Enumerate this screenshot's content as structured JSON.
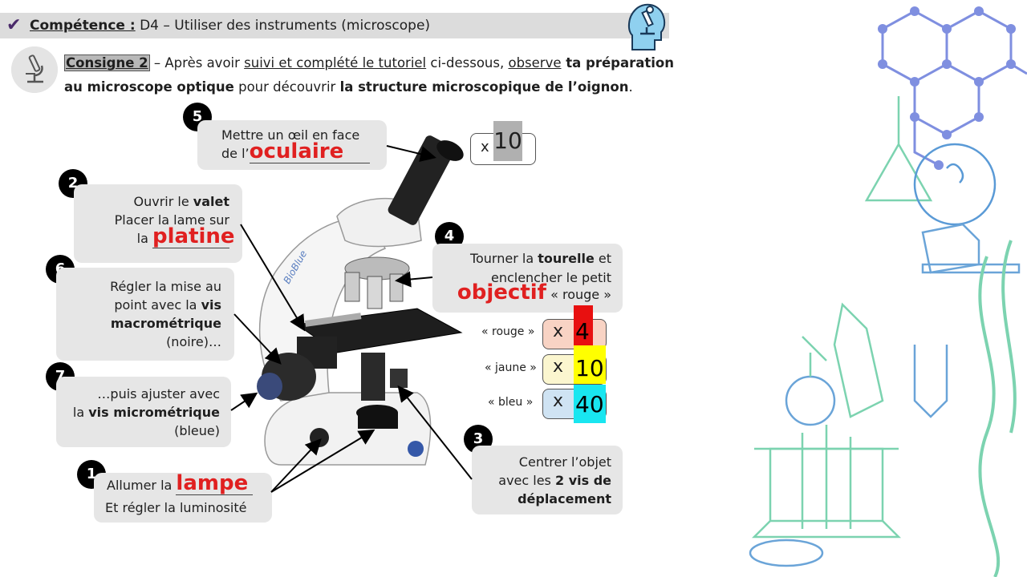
{
  "header": {
    "competence_label": "Compétence :",
    "competence_text": "D4 – Utiliser des instruments (microscope)"
  },
  "consigne": {
    "tag": "Consigne 2",
    "p1": " – Après avoir ",
    "p2": "suivi et complété le tutoriel",
    "p3": " ci-dessous, ",
    "p4": "observe",
    "p5": " ta préparation",
    "p6": "au microscope optique",
    "p7": " pour découvrir ",
    "p8": "la structure microscopique de l’oignon",
    "p9": "."
  },
  "steps": {
    "s5": {
      "num": "5",
      "l1": "Mettre un œil en face",
      "l2a": "de l’",
      "ans": "oculaire"
    },
    "s2": {
      "num": "2",
      "l1a": "Ouvrir le ",
      "l1b": "valet",
      "l2": "Placer la lame sur",
      "l3a": "la ",
      "ans": "platine"
    },
    "s6": {
      "num": "6",
      "l1": "Régler la mise au",
      "l2a": "point avec la ",
      "l2b": "vis",
      "l3": "macrométrique",
      "l4": "(noire)…"
    },
    "s7": {
      "num": "7",
      "l1": "…puis ajuster avec",
      "l2a": "la ",
      "l2b": "vis micrométrique",
      "l3": "(bleue)"
    },
    "s1": {
      "num": "1",
      "l1a": "Allumer la ",
      "ans": "lampe",
      "l2": "Et régler la luminosité"
    },
    "s4": {
      "num": "4",
      "l1a": "Tourner la ",
      "l1b": "tourelle",
      "l1c": " et",
      "l2": "enclencher le petit",
      "ans": "objectif",
      "l3": " « rouge »"
    },
    "s3": {
      "num": "3",
      "l1": "Centrer l’objet",
      "l2a": "avec les ",
      "l2b": "2 vis de",
      "l3": "déplacement"
    }
  },
  "ocular_mag": {
    "x": "x",
    "value": "10"
  },
  "objectives": [
    {
      "label": "« rouge »",
      "x": "x",
      "value": "4",
      "bg": "#f8d3c4",
      "hl": "#e81010"
    },
    {
      "label": "« jaune »",
      "x": "x",
      "value": "10",
      "bg": "#fbf6cf",
      "hl": "#ffff00"
    },
    {
      "label": "« bleu »",
      "x": "x",
      "value": "40",
      "bg": "#cfe3f3",
      "hl": "#19e6f0"
    }
  ],
  "microscope_brand": "BioBlue",
  "colors": {
    "answer": "#e02020",
    "header_bg": "#dcdcdc",
    "box_bg": "#e6e6e6"
  }
}
